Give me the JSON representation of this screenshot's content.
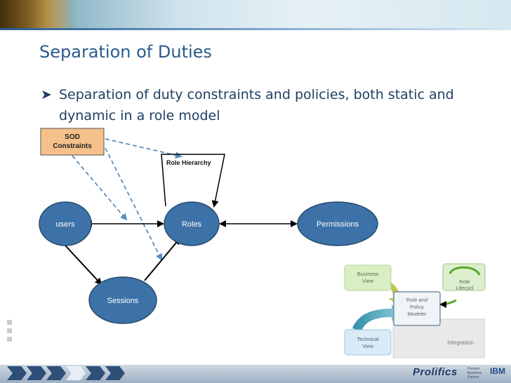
{
  "title": "Separation of Duties",
  "bullet": "Separation of duty constraints and policies, both static and dynamic in a role model",
  "bullet_icon": "arrow-bullet-icon",
  "diagram": {
    "sod": {
      "line1": "SOD",
      "line2": "Constraints"
    },
    "role_hierarchy": "Role Hierarchy",
    "users": "users",
    "roles": "Roles",
    "permissions": "Permissions",
    "sessions": "Sessions"
  },
  "inset": {
    "business_view": {
      "line1": "Business",
      "line2": "View"
    },
    "role_lifecycle": {
      "line1": "Role",
      "line2": "Lifecycl"
    },
    "role_policy_modeler": {
      "line1": "Role and",
      "line2": "Policy",
      "line3": "Modeler"
    },
    "technical_view": {
      "line1": "Technical",
      "line2": "View"
    },
    "integration": "Integration"
  },
  "footer": {
    "brand": "Prolifics",
    "partner_text": "Premier Business Partner",
    "ibm": "IBM"
  },
  "colors": {
    "title": "#2c5a8c",
    "node_fill": "#3d72a8",
    "node_stroke": "#27496e",
    "sod_fill": "#f5c089",
    "dashed_arrow": "#5b8fc2",
    "business_green": "#d8eec3",
    "technical_blue": "#d9ebf7"
  }
}
